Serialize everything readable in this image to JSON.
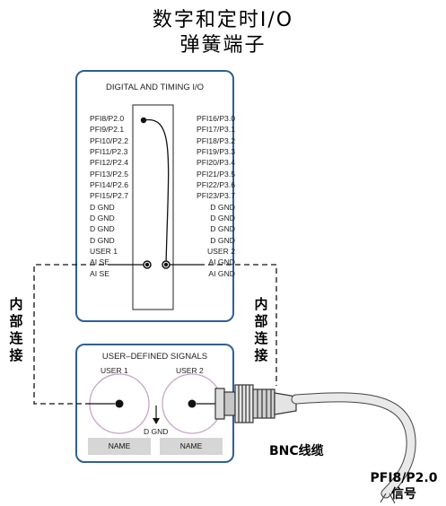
{
  "title_line1": "数字和定时I/O",
  "title_line2": "弹簧端子",
  "upper_panel": {
    "heading": "DIGITAL AND TIMING I/O",
    "left_pins": [
      "PFI8/P2.0",
      "PFI9/P2.1",
      "PFI10/P2.2",
      "PFI11/P2.3",
      "PFI12/P2.4",
      "PFI13/P2.5",
      "PFI14/P2.6",
      "PFI15/P2.7",
      "D GND",
      "D GND",
      "D GND",
      "D GND",
      "USER 1",
      "AI SE",
      "AI SE"
    ],
    "right_pins": [
      "PFI16/P3.0",
      "PFI17/P3.1",
      "PFI18/P3.2",
      "PFI19/P3.3",
      "PFI20/P3.4",
      "PFI21/P3.5",
      "PFI22/P3.6",
      "PFI23/P3.7",
      "D GND",
      "D GND",
      "D GND",
      "D GND",
      "USER 2",
      "AI GND",
      "AI GND"
    ]
  },
  "lower_panel": {
    "heading": "USER–DEFINED SIGNALS",
    "user1_label": "USER 1",
    "user2_label": "USER 2",
    "dgnd_label": "D GND",
    "name1": "NAME",
    "name2": "NAME"
  },
  "left_vertical_label": "内部连接",
  "right_vertical_label": "内部连接",
  "bnc_label": "BNC线缆",
  "signal_label_line1": "PFI8/P2.0",
  "signal_label_line2": "信号"
}
